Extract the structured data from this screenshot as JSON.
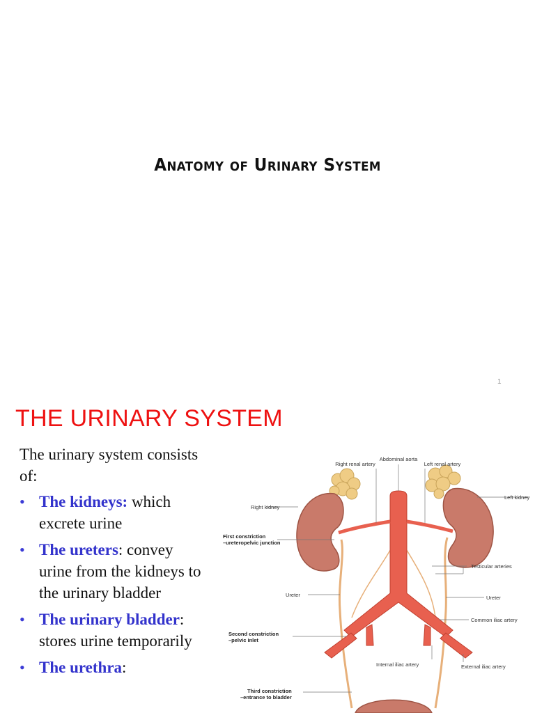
{
  "slide1": {
    "title": "Anatomy of  Urinary System",
    "page_number": "1"
  },
  "slide2": {
    "title": "THE URINARY SYSTEM",
    "intro": "The urinary system consists of:",
    "items": [
      {
        "term": "The kidneys:",
        "desc": " which excrete urine"
      },
      {
        "term": "The ureters",
        "desc": ": convey urine from the kidneys to the urinary bladder"
      },
      {
        "term": "The urinary bladder",
        "desc": ": stores urine temporarily"
      },
      {
        "term": "The urethra",
        "desc": ":"
      }
    ],
    "diagram_labels": {
      "abdominal_aorta": "Abdominal aorta",
      "right_renal_artery": "Right renal artery",
      "left_renal_artery": "Left renal artery",
      "right_kidney": "Right kidney",
      "left_kidney": "Left kidney",
      "first_constriction": "First constriction",
      "first_constriction_sub": "–ureteropelvic junction",
      "testicular_arteries": "Testicular arteries",
      "ureter_left": "Ureter",
      "ureter_right": "Ureter",
      "common_iliac_artery": "Common iliac artery",
      "second_constriction": "Second constriction",
      "second_constriction_sub": "–pelvic inlet",
      "internal_iliac_artery": "Internal iliac artery",
      "external_iliac_artery": "External iliac artery",
      "third_constriction": "Third constriction",
      "third_constriction_sub": "–entrance to bladder"
    },
    "colors": {
      "title": "#ee1111",
      "term": "#3333cc",
      "kidney": "#c97a6a",
      "artery": "#e8604f",
      "adrenal": "#efcc85",
      "ureter": "#e7b07a"
    }
  }
}
